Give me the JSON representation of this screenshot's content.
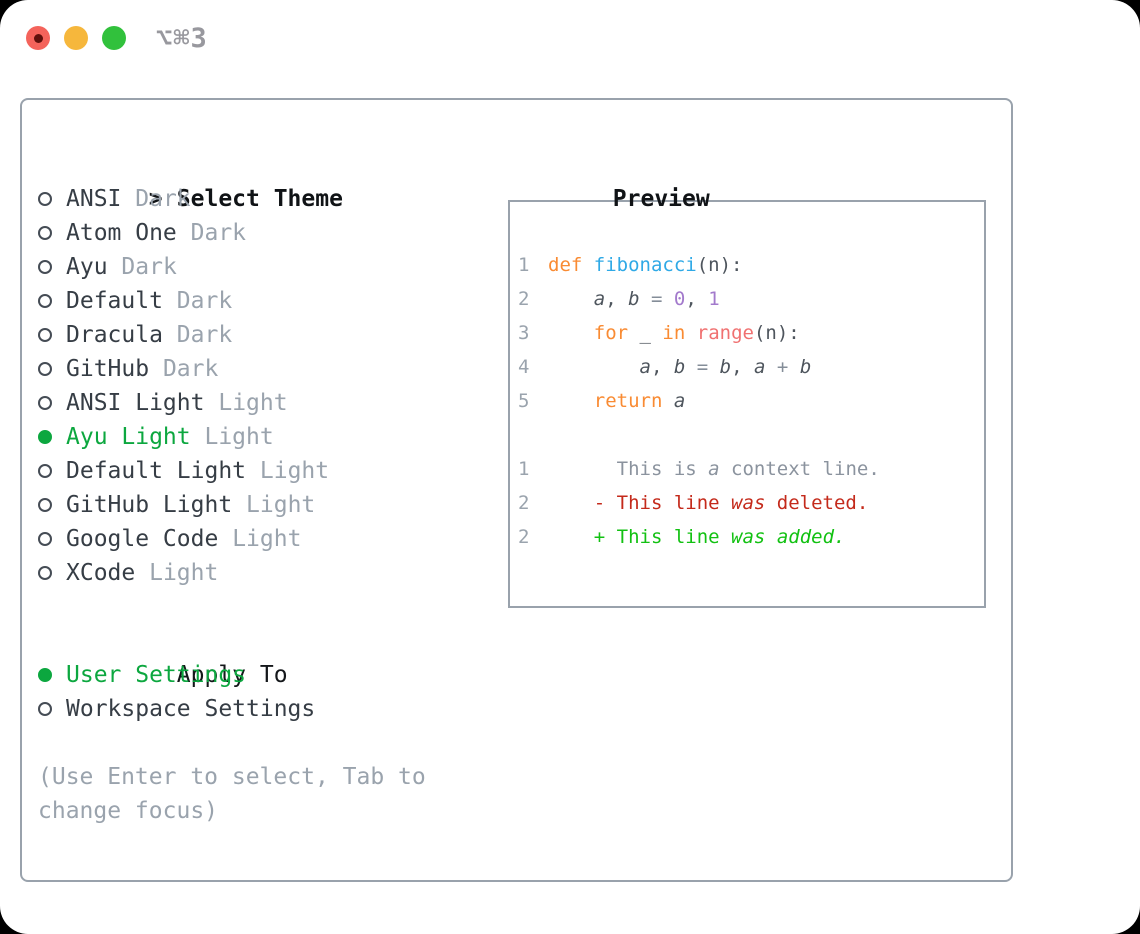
{
  "window": {
    "title": "⌥⌘3"
  },
  "colors": {
    "accent_green": "#0ca73f",
    "border_gray": "#99a2ac",
    "text_dark": "#363d45",
    "muted_gray": "#9aa3ad",
    "heading_black": "#101316",
    "titlebar_gray": "#98989e",
    "line_number": "#9aa3ad",
    "light_red": "#f4635b",
    "light_red_dot": "#5f100c",
    "light_yellow": "#f6b73c",
    "light_green": "#31c13c"
  },
  "theme_panel": {
    "header": {
      "pointer": ">",
      "label": "Select Theme"
    },
    "themes": [
      {
        "name": "ANSI",
        "tag": "Dark",
        "selected": false
      },
      {
        "name": "Atom One",
        "tag": "Dark",
        "selected": false
      },
      {
        "name": "Ayu",
        "tag": "Dark",
        "selected": false
      },
      {
        "name": "Default",
        "tag": "Dark",
        "selected": false
      },
      {
        "name": "Dracula",
        "tag": "Dark",
        "selected": false
      },
      {
        "name": "GitHub",
        "tag": "Dark",
        "selected": false
      },
      {
        "name": "ANSI Light",
        "tag": "Light",
        "selected": false
      },
      {
        "name": "Ayu Light",
        "tag": "Light",
        "selected": true
      },
      {
        "name": "Default Light",
        "tag": "Light",
        "selected": false
      },
      {
        "name": "GitHub Light",
        "tag": "Light",
        "selected": false
      },
      {
        "name": "Google Code",
        "tag": "Light",
        "selected": false
      },
      {
        "name": "XCode",
        "tag": "Light",
        "selected": false
      }
    ],
    "apply_to": {
      "label": "Apply To",
      "options": [
        {
          "name": "User Settings",
          "selected": true
        },
        {
          "name": "Workspace Settings",
          "selected": false
        }
      ]
    },
    "hint": "(Use Enter to select, Tab to change focus)"
  },
  "preview": {
    "label": "Preview",
    "colors": {
      "keyword": "#f98b33",
      "function": "#2fa9e6",
      "builtin": "#f07171",
      "number": "#a37acc",
      "operator": "#848d98",
      "plain": "#4e555d",
      "context": "#8b939e",
      "removed": "#c42a1b",
      "added": "#12c112"
    },
    "code_lines": [
      {
        "n": "1",
        "s": [
          {
            "t": "def",
            "c": "keyword"
          },
          {
            "t": " ",
            "c": "plain"
          },
          {
            "t": "fibonacci",
            "c": "function"
          },
          {
            "t": "(n):",
            "c": "plain"
          }
        ]
      },
      {
        "n": "2",
        "s": [
          {
            "t": "    ",
            "c": "plain"
          },
          {
            "t": "a",
            "c": "plain",
            "i": true
          },
          {
            "t": ", ",
            "c": "plain"
          },
          {
            "t": "b",
            "c": "plain",
            "i": true
          },
          {
            "t": " ",
            "c": "plain"
          },
          {
            "t": "=",
            "c": "operator"
          },
          {
            "t": " ",
            "c": "plain"
          },
          {
            "t": "0",
            "c": "number"
          },
          {
            "t": ", ",
            "c": "plain"
          },
          {
            "t": "1",
            "c": "number"
          }
        ]
      },
      {
        "n": "3",
        "s": [
          {
            "t": "    ",
            "c": "plain"
          },
          {
            "t": "for",
            "c": "keyword"
          },
          {
            "t": " _ ",
            "c": "plain"
          },
          {
            "t": "in",
            "c": "keyword"
          },
          {
            "t": " ",
            "c": "plain"
          },
          {
            "t": "range",
            "c": "builtin"
          },
          {
            "t": "(n):",
            "c": "plain"
          }
        ]
      },
      {
        "n": "4",
        "s": [
          {
            "t": "        ",
            "c": "plain"
          },
          {
            "t": "a",
            "c": "plain",
            "i": true
          },
          {
            "t": ", ",
            "c": "plain"
          },
          {
            "t": "b",
            "c": "plain",
            "i": true
          },
          {
            "t": " ",
            "c": "plain"
          },
          {
            "t": "=",
            "c": "operator"
          },
          {
            "t": " ",
            "c": "plain"
          },
          {
            "t": "b",
            "c": "plain",
            "i": true
          },
          {
            "t": ", ",
            "c": "plain"
          },
          {
            "t": "a",
            "c": "plain",
            "i": true
          },
          {
            "t": " ",
            "c": "plain"
          },
          {
            "t": "+",
            "c": "operator"
          },
          {
            "t": " ",
            "c": "plain"
          },
          {
            "t": "b",
            "c": "plain",
            "i": true
          }
        ]
      },
      {
        "n": "5",
        "s": [
          {
            "t": "    ",
            "c": "plain"
          },
          {
            "t": "return",
            "c": "keyword"
          },
          {
            "t": " ",
            "c": "plain"
          },
          {
            "t": "a",
            "c": "plain",
            "i": true
          }
        ]
      },
      {
        "n": "",
        "s": []
      },
      {
        "n": "1",
        "s": [
          {
            "t": "      This is ",
            "c": "context"
          },
          {
            "t": "a",
            "c": "context",
            "i": true
          },
          {
            "t": " context line.",
            "c": "context"
          }
        ]
      },
      {
        "n": "2",
        "s": [
          {
            "t": "    - This line ",
            "c": "removed"
          },
          {
            "t": "was",
            "c": "removed",
            "i": true
          },
          {
            "t": " deleted.",
            "c": "removed"
          }
        ]
      },
      {
        "n": "2",
        "s": [
          {
            "t": "    + This line ",
            "c": "added"
          },
          {
            "t": "was",
            "c": "added",
            "i": true
          },
          {
            "t": " ",
            "c": "added"
          },
          {
            "t": "added.",
            "c": "added",
            "i": true
          }
        ]
      }
    ]
  }
}
